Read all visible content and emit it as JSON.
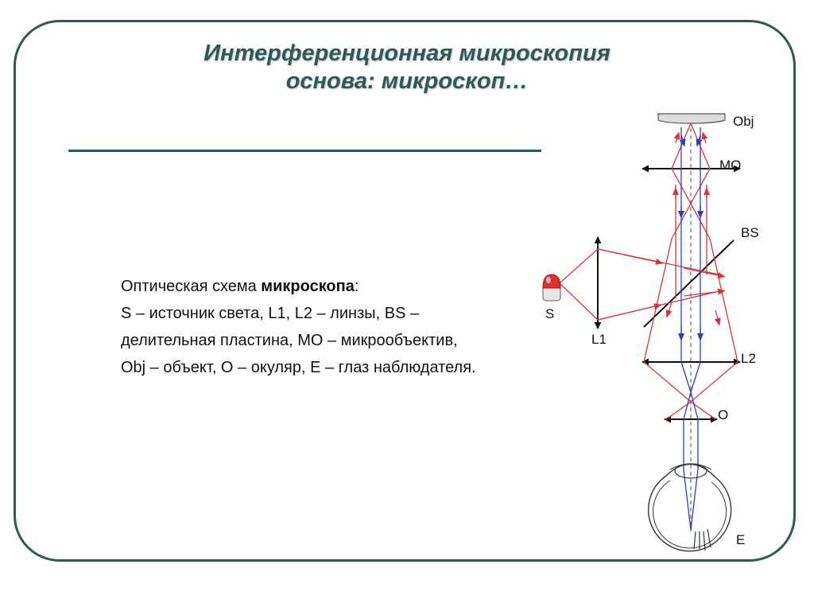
{
  "slide": {
    "title_line1": "Интерференционная микроскопия",
    "title_line2": "основа: микроскоп…",
    "caption_intro": "Оптическая схема ",
    "caption_bold": "микроскопа",
    "caption_colon": ":",
    "caption_rest": "S – источник света, L1, L2 – линзы, BS – делительная пластина, MO – микрообъектив, Obj – объект, O – окуляр, E – глаз наблюдателя."
  },
  "diagram": {
    "labels": {
      "obj": "Obj",
      "mo": "MO",
      "bs": "BS",
      "s": "S",
      "l1": "L1",
      "l2": "L2",
      "o": "O",
      "e": "E"
    },
    "colors": {
      "ray_red": "#d8343c",
      "ray_blue": "#2c3fb5",
      "frame": "#2e5955"
    }
  }
}
